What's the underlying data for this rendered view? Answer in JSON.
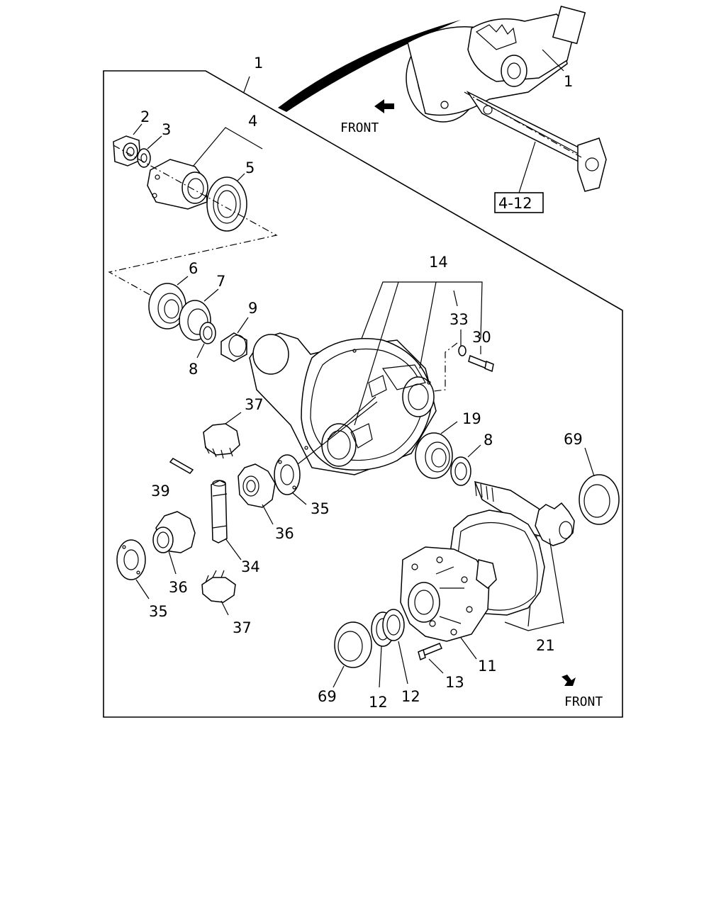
{
  "labels": {
    "p1_top": "1",
    "p1_frame": "1",
    "p2": "2",
    "p3": "3",
    "p4": "4",
    "p5": "5",
    "p6": "6",
    "p7": "7",
    "p8_left": "8",
    "p8_right": "8",
    "p9": "9",
    "p11": "11",
    "p12_a": "12",
    "p12_b": "12",
    "p13": "13",
    "p14": "14",
    "p19": "19",
    "p21": "21",
    "p30": "30",
    "p33": "33",
    "p34": "34",
    "p35_a": "35",
    "p35_b": "35",
    "p36_a": "36",
    "p36_b": "36",
    "p37_a": "37",
    "p37_b": "37",
    "p39": "39",
    "p69_a": "69",
    "p69_b": "69",
    "ref_box": "4-12",
    "front_top": "FRONT",
    "front_bottom": "FRONT"
  }
}
